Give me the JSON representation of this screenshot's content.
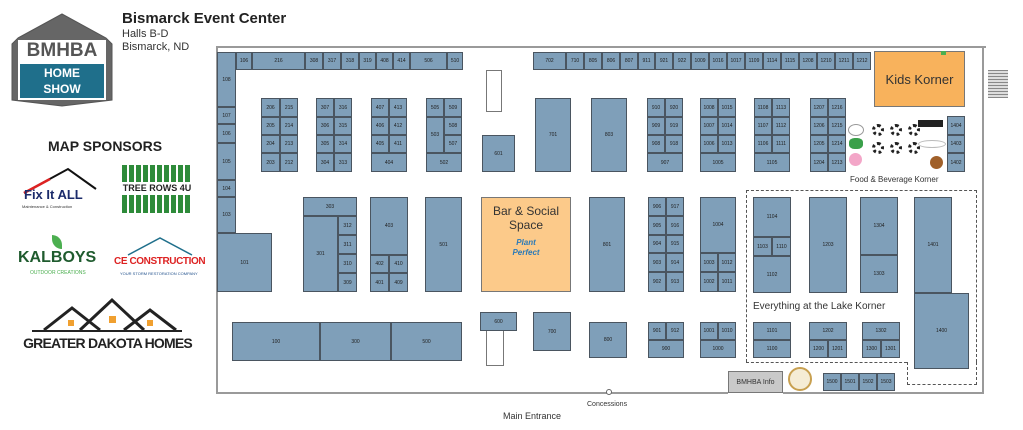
{
  "header": {
    "title": "Bismarck Event Center",
    "halls": "Halls B-D",
    "city": "Bismarck, ND"
  },
  "logo": {
    "line1": "BMHBA",
    "line2": "HOME",
    "line3": "SHOW"
  },
  "sponsors": {
    "heading": "MAP SPONSORS",
    "items": [
      {
        "name": "Fix It ALL",
        "tagline": "Maintenance & Construction"
      },
      {
        "name": "TREE ROWS 4U"
      },
      {
        "name": "KALBOYS",
        "tagline": "OUTDOOR CREATIONS"
      },
      {
        "name": "CE CONSTRUCTION",
        "tagline": "YOUR STORM RESTORATION COMPANY"
      },
      {
        "name": "GREATER DAKOTA HOMES"
      }
    ]
  },
  "zones": {
    "kids": "Kids Korner",
    "bar_line1": "Bar & Social",
    "bar_line2": "Space",
    "bar_sponsor": "Plant Perfect",
    "food": "Food & Beverage Korner",
    "lake": "Everything at the Lake Korner",
    "info": "BMHBA Info",
    "entrance": "Main Entrance",
    "concessions": "Concessions"
  },
  "colors": {
    "booth": "#7f9fb9",
    "zone": "#fcca8a",
    "kids": "#f8b25c",
    "accent": "#1f6f8b"
  },
  "booths": [
    "106",
    "216",
    "308",
    "317",
    "318",
    "319",
    "408",
    "414",
    "506",
    "510",
    "108",
    "107",
    "106",
    "105",
    "104",
    "103",
    "101",
    "206",
    "215",
    "205",
    "214",
    "204",
    "213",
    "203",
    "212",
    "307",
    "316",
    "306",
    "315",
    "305",
    "314",
    "304",
    "313",
    "407",
    "413",
    "406",
    "412",
    "405",
    "411",
    "404",
    "505",
    "509",
    "503",
    "508",
    "507",
    "502",
    "601",
    "702",
    "710",
    "805",
    "806",
    "807",
    "911",
    "921",
    "922",
    "1009",
    "1016",
    "1017",
    "1109",
    "1114",
    "1115",
    "1208",
    "1210",
    "1211",
    "1212",
    "701",
    "803",
    "910",
    "920",
    "909",
    "919",
    "908",
    "918",
    "907",
    "1008",
    "1015",
    "1007",
    "1014",
    "1006",
    "1013",
    "1005",
    "1108",
    "1113",
    "1107",
    "1112",
    "1106",
    "1111",
    "1105",
    "1207",
    "1216",
    "1206",
    "1215",
    "1205",
    "1214",
    "1204",
    "1213",
    "1404",
    "1403",
    "1402",
    "303",
    "301",
    "312",
    "311",
    "310",
    "309",
    "403",
    "402",
    "410",
    "401",
    "409",
    "501",
    "100",
    "300",
    "500",
    "600",
    "700",
    "801",
    "800",
    "906",
    "917",
    "905",
    "916",
    "904",
    "915",
    "903",
    "914",
    "902",
    "913",
    "901",
    "912",
    "900",
    "1004",
    "1003",
    "1012",
    "1002",
    "1011",
    "1001",
    "1010",
    "1000",
    "1104",
    "1103",
    "1110",
    "1102",
    "1203",
    "1304",
    "1303",
    "1401",
    "1400",
    "1101",
    "1100",
    "1202",
    "1200",
    "1201",
    "1302",
    "1300",
    "1301",
    "1500",
    "1501",
    "1502",
    "1503"
  ]
}
